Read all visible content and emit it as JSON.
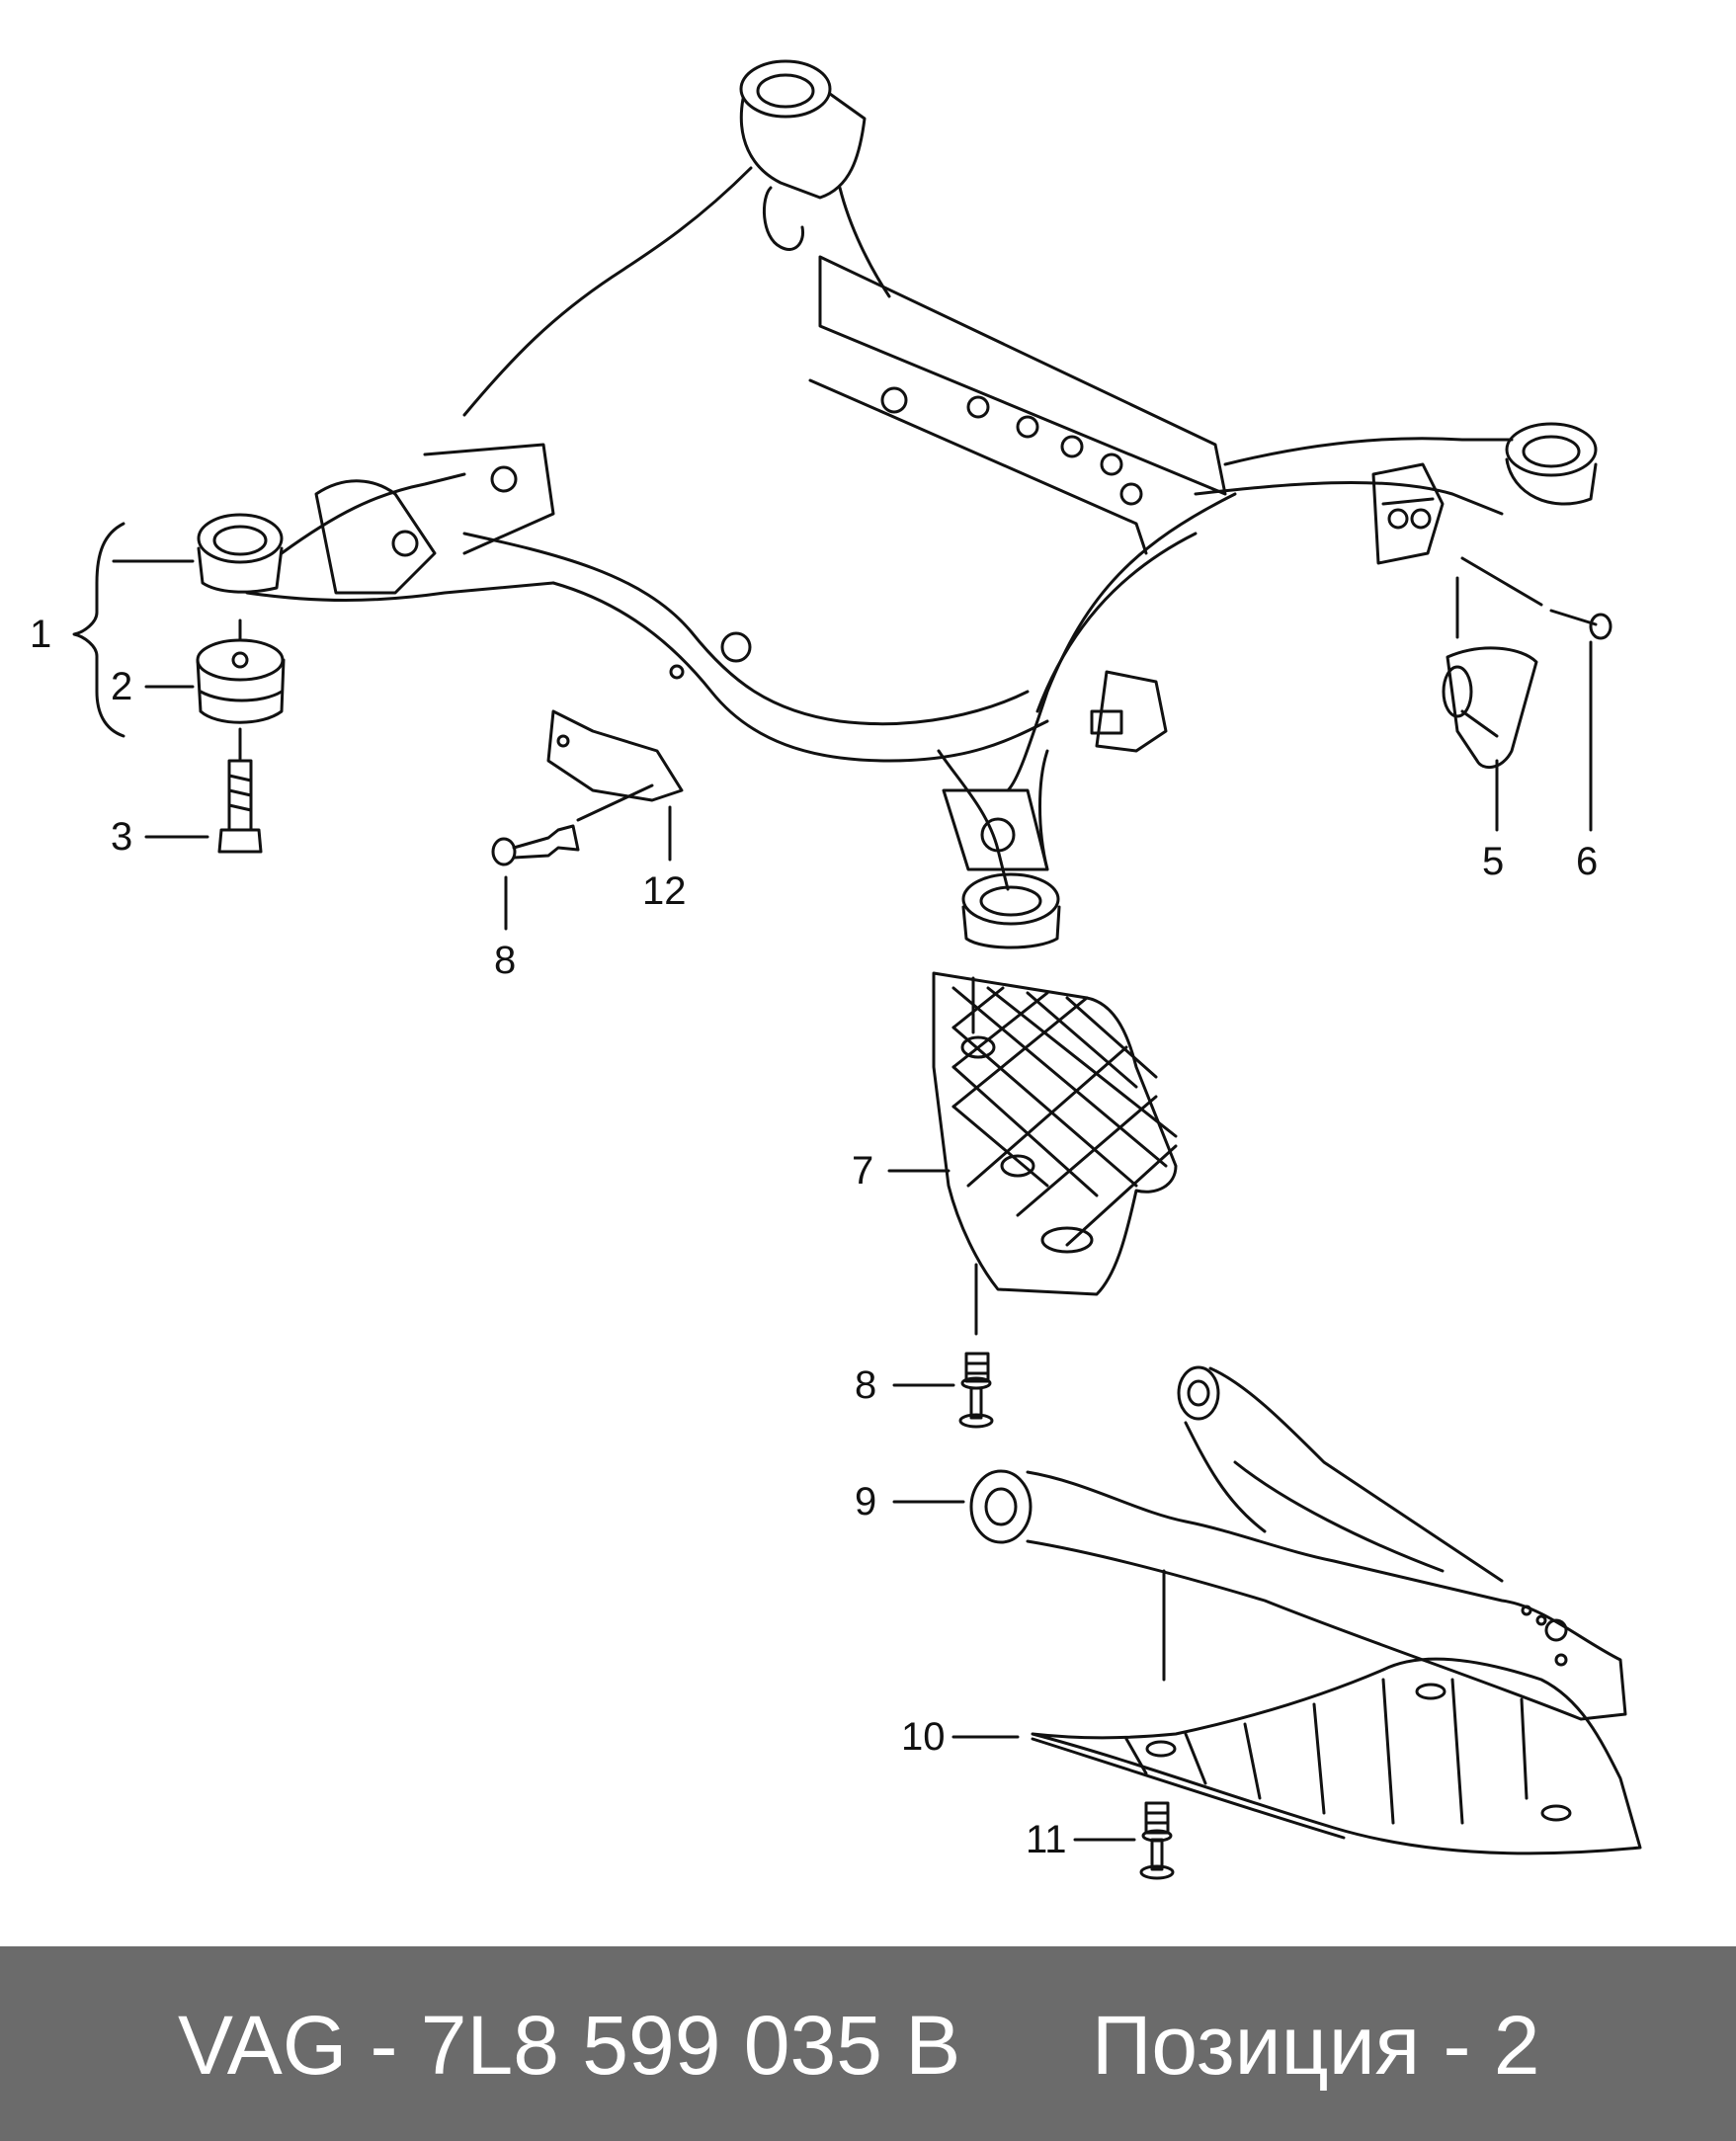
{
  "diagram": {
    "callouts": [
      "1",
      "2",
      "3",
      "8",
      "12",
      "5",
      "6",
      "7",
      "8",
      "9",
      "10",
      "11"
    ]
  },
  "footer": {
    "part_number": "VAG - 7L8 599 035 B",
    "position": "Позиция - 2"
  },
  "colors": {
    "footer_bg": "#6b6b6b",
    "line": "#111111"
  }
}
